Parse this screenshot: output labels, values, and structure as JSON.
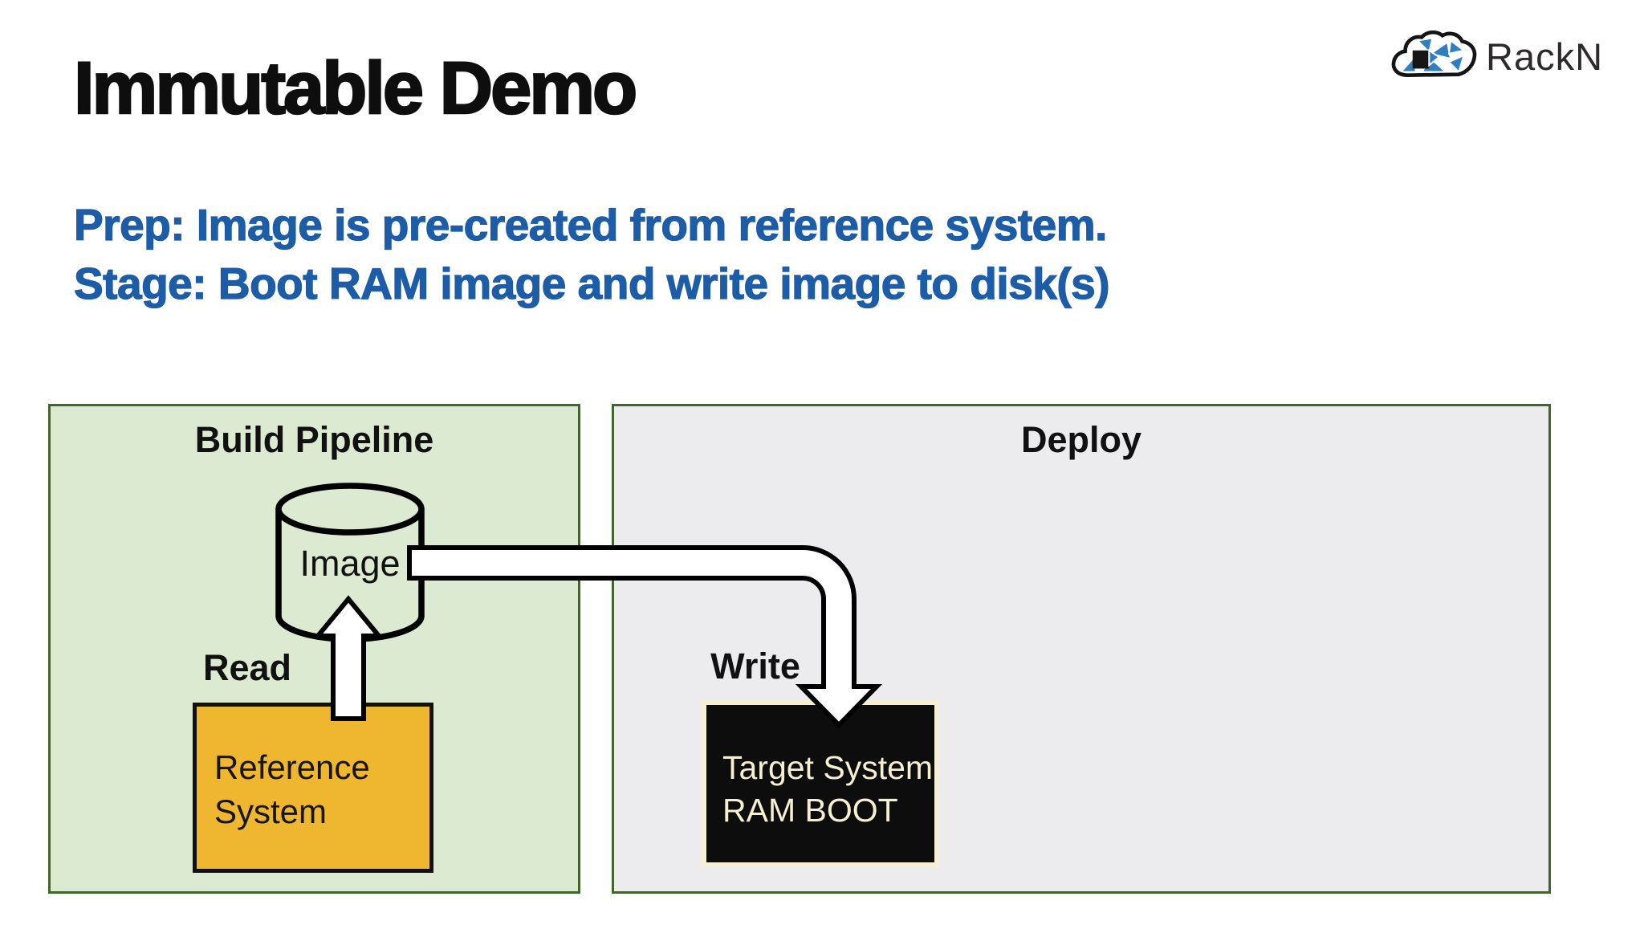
{
  "slide": {
    "title": "Immutable Demo",
    "subtitle_lines": [
      "Prep: Image is pre-created from reference system.",
      "Stage: Boot RAM image and write image to disk(s)"
    ]
  },
  "logo": {
    "brand": "RackN"
  },
  "diagram": {
    "build_zone": {
      "label": "Build Pipeline"
    },
    "deploy_zone": {
      "label": "Deploy"
    },
    "image_store": {
      "label": "Image"
    },
    "read_label": "Read",
    "write_label": "Write",
    "reference_system": {
      "lines": [
        "Reference",
        "System"
      ]
    },
    "target_system": {
      "lines": [
        "Target System",
        "RAM BOOT"
      ]
    }
  },
  "colors": {
    "accent_blue": "#1d5ca6",
    "zone_green": "#dcead2",
    "zone_gray": "#ececee",
    "zone_border": "#43642f",
    "reference_orange": "#efb62f",
    "target_black": "#0d0d0d",
    "cream": "#f7efd2",
    "logo_blue": "#2f7fc0",
    "title_black": "#0e0e0e"
  }
}
